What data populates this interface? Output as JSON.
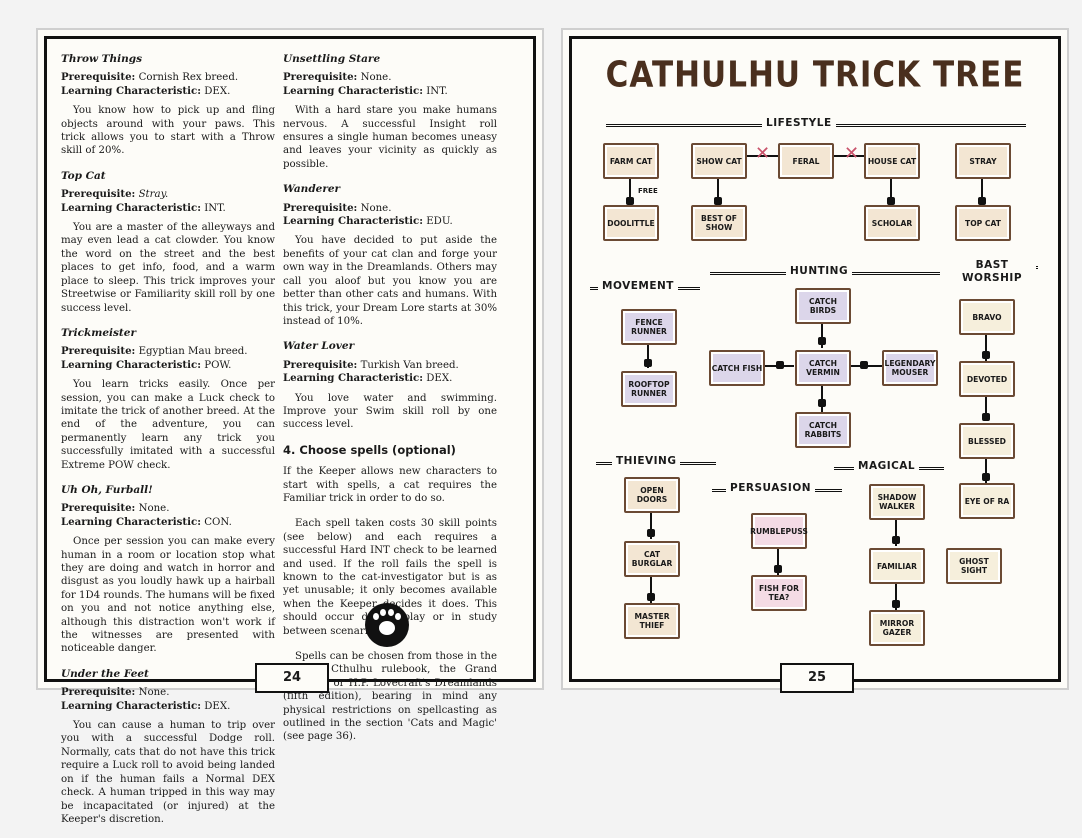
{
  "left": {
    "c1": [
      {
        "title": "Throw Things",
        "prereq": "Cornish Rex breed.",
        "learn": "DEX.",
        "body": "You know how to pick up and fling objects around with your paws. This trick allows you to start with a Throw skill of 20%."
      },
      {
        "title": "Top Cat",
        "prereq": "Stray.",
        "learn": "INT.",
        "body": "You are a master of the alleyways and may even lead a cat clowder. You know the word on the street and the best places to get info, food, and a warm place to sleep. This trick improves your Streetwise or Familiarity skill roll by one success level."
      },
      {
        "title": "Trickmeister",
        "prereq": "Egyptian Mau breed.",
        "learn": "POW.",
        "body": "You learn tricks easily. Once per session, you can make a Luck check to imitate the trick of another breed. At the end of the adventure, you can permanently learn any trick you successfully imitated with a successful Extreme POW check."
      },
      {
        "title": "Uh Oh, Furball!",
        "prereq": "None.",
        "learn": "CON.",
        "body": "Once per session you can make every human in a room or location stop what they are doing and watch in horror and disgust as you loudly hawk up a hairball for 1D4 rounds. The humans will be fixed on you and not notice anything else, although this distraction won't work if the witnesses are presented with noticeable danger."
      },
      {
        "title": "Under the Feet",
        "prereq": "None.",
        "learn": "DEX.",
        "body": "You can cause a human to trip over you with a successful Dodge roll. Normally, cats that do not have this trick require a Luck roll to avoid being landed on if the human fails a Normal DEX check. A human tripped in this way may be incapacitated (or injured) at the Keeper's discretion."
      }
    ],
    "c2": [
      {
        "title": "Unsettling Stare",
        "prereq": "None.",
        "learn": "INT.",
        "body": "With a hard stare you make humans nervous. A successful Insight roll ensures a single human becomes uneasy and leaves your vicinity as quickly as possible."
      },
      {
        "title": "Wanderer",
        "prereq": "None.",
        "learn": "EDU.",
        "body": "You have decided to put aside the benefits of your cat clan and forge your own way in the Dreamlands. Others may call you aloof but you know you are better than other cats and humans. With this trick, your Dream Lore starts at 30% instead of 10%."
      },
      {
        "title": "Water Lover",
        "prereq": "Turkish Van breed.",
        "learn": "DEX.",
        "body": "You love water and swimming. Improve your Swim skill roll by one success level."
      }
    ],
    "spells_heading": "4. Choose spells (optional)",
    "spells_p1": "If the Keeper allows new characters to start with spells, a cat requires the Familiar trick in order to do so.",
    "spells_p2": "Each spell taken costs 30 skill points (see below) and each requires a successful Hard INT check to be learned and used. If the roll fails the spell is known to the cat-investigator but is as yet unusable; it only becomes available when the Keeper decides it does. This should occur during play or in study between scenarios.",
    "spells_p3": "Spells can be chosen from those in the Call of Cthulhu rulebook, the Grand Grimoire or H.P. Lovecraft's Dreamlands (fifth edition), bearing in mind any physical restrictions on spellcasting as outlined in the section 'Cats and Magic' (see page 36).",
    "prereq_label": "Prerequisite:",
    "learn_label": "Learning Characteristic:",
    "page_number": "24"
  },
  "right": {
    "title": "CATHULHU TRICK TREE",
    "page_number": "25",
    "free_label": "FREE",
    "categories": {
      "lifestyle": "LIFESTYLE",
      "movement": "MOVEMENT",
      "hunting": "HUNTING",
      "bast": "BAST WORSHIP",
      "thieving": "THIEVING",
      "persuasion": "PERSUASION",
      "magical": "MAGICAL"
    },
    "nodes": {
      "farm_cat": "FARM CAT",
      "show_cat": "SHOW CAT",
      "feral": "FERAL",
      "house_cat": "HOUSE CAT",
      "stray": "STRAY",
      "doolittle": "DOOLITTLE",
      "best_of_show": "BEST OF SHOW",
      "scholar": "SCHOLAR",
      "top_cat": "TOP CAT",
      "fence_runner": "FENCE RUNNER",
      "rooftop_runner": "ROOFTOP RUNNER",
      "catch_birds": "CATCH BIRDS",
      "catch_fish": "CATCH FISH",
      "catch_vermin": "CATCH VERMIN",
      "legendary_mouser": "LEGENDARY MOUSER",
      "catch_rabbits": "CATCH RABBITS",
      "bravo": "BRAVO",
      "devoted": "DEVOTED",
      "blessed": "BLESSED",
      "eye_of_ra": "EYE OF RA",
      "open_doors": "OPEN DOORS",
      "cat_burglar": "CAT BURGLAR",
      "master_thief": "MASTER THIEF",
      "rumblepuss": "RUMBLEPUSS",
      "fish_for_tea": "FISH FOR TEA?",
      "shadow_walker": "SHADOW WALKER",
      "familiar": "FAMILIAR",
      "mirror_gazer": "MIRROR GAZER",
      "ghost_sight": "GHOST SIGHT"
    }
  }
}
